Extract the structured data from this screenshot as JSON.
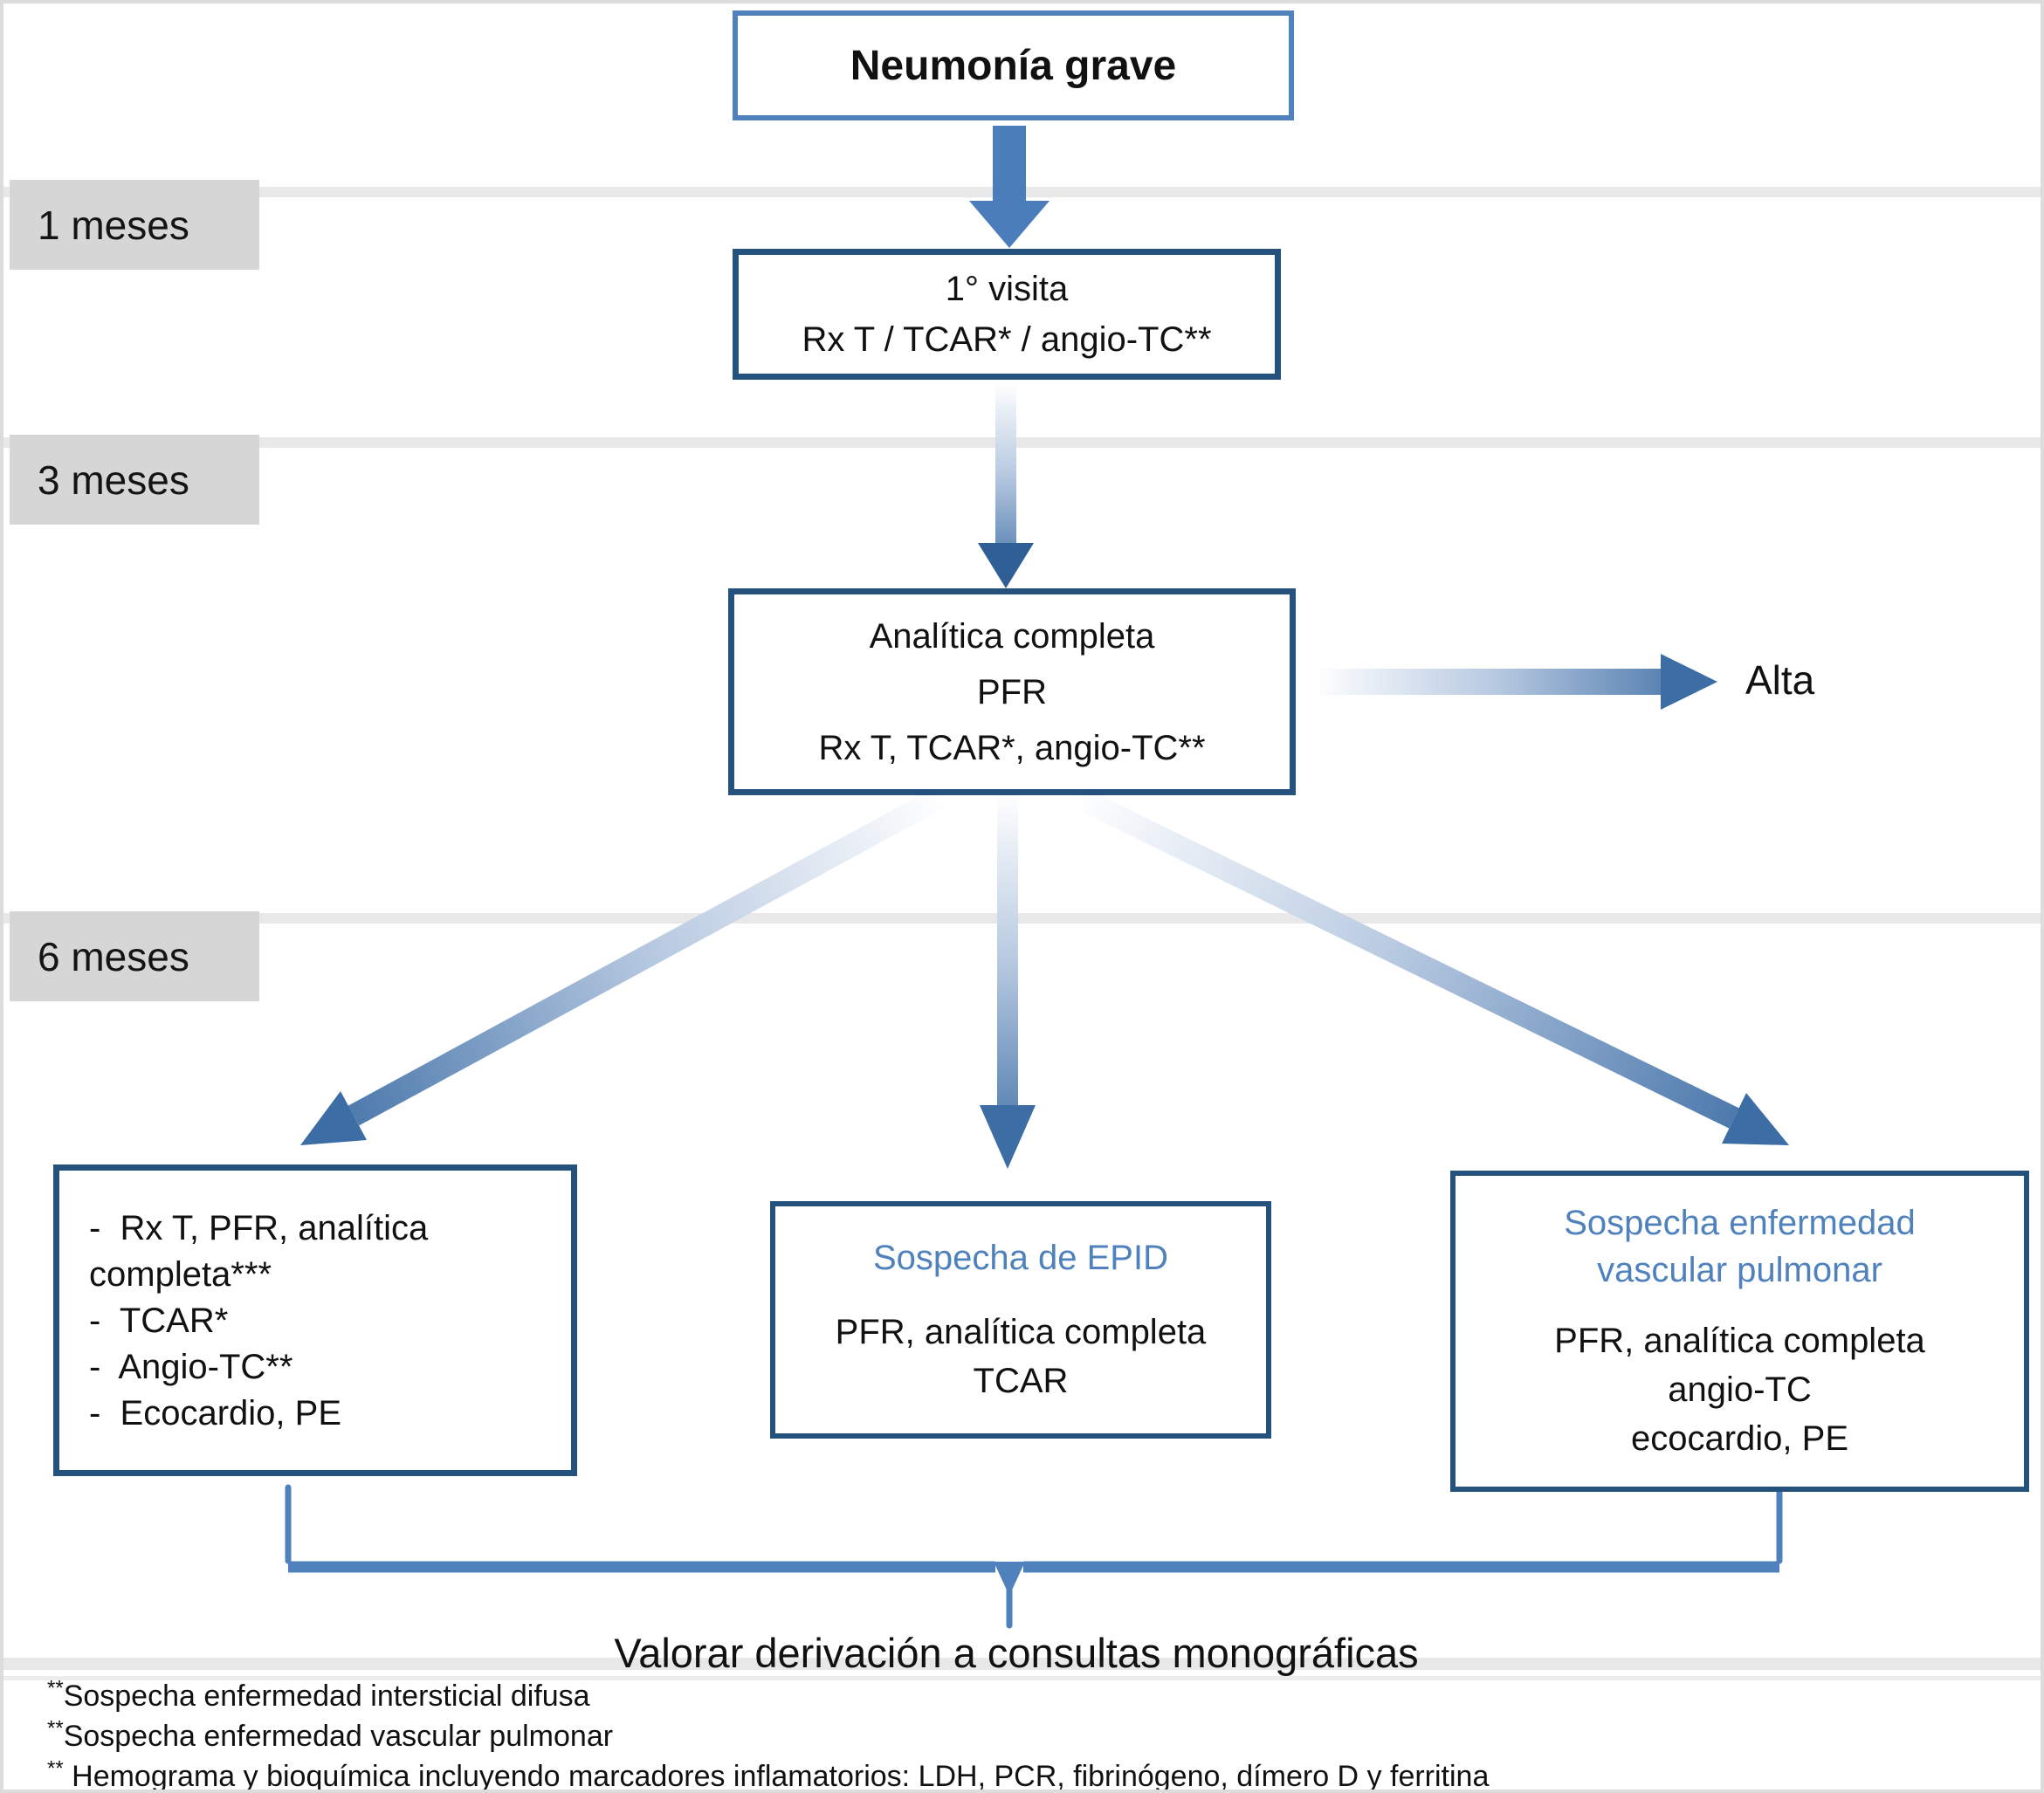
{
  "diagram": {
    "title": "Neumonía grave",
    "timeline_labels": [
      "1 meses",
      "3 meses",
      "6 meses"
    ],
    "visita_box": {
      "line1": "1° visita",
      "line2": "Rx T / TCAR* / angio-TC**"
    },
    "analitica_box": {
      "line1": "Analítica completa",
      "line2": "PFR",
      "line3": "Rx T, TCAR*, angio-TC**"
    },
    "alta_label": "Alta",
    "left_box": {
      "lines": [
        "-  Rx T, PFR, analítica",
        "completa***",
        "-  TCAR*",
        "-  Angio-TC**",
        "-  Ecocardio, PE"
      ]
    },
    "epid_box": {
      "heading": "Sospecha de EPID",
      "line1": "PFR, analítica completa",
      "line2": "TCAR"
    },
    "vascular_box": {
      "heading_line1": "Sospecha enfermedad",
      "heading_line2": "vascular pulmonar",
      "line1": "PFR, analítica completa",
      "line2": "angio-TC",
      "line3": "ecocardio, PE"
    },
    "bracket_label": "Valorar derivación a consultas monográficas",
    "footnotes": [
      {
        "marker": "**",
        "text": "Sospecha enfermedad intersticial difusa"
      },
      {
        "marker": "**",
        "text": "Sospecha enfermedad vascular pulmonar"
      },
      {
        "marker": "**",
        "text": " Hemograma y bioquímica incluyendo marcadores inflamatorios: LDH, PCR, fibrinógeno, dímero D y ferritina"
      }
    ],
    "colors": {
      "accent_blue": "#4f81bd",
      "dark_box_border": "#25517f",
      "arrow_blue": "#3c6da4",
      "label_gray": "#d6d6d6",
      "band_gray": "#e8e8e8"
    }
  }
}
